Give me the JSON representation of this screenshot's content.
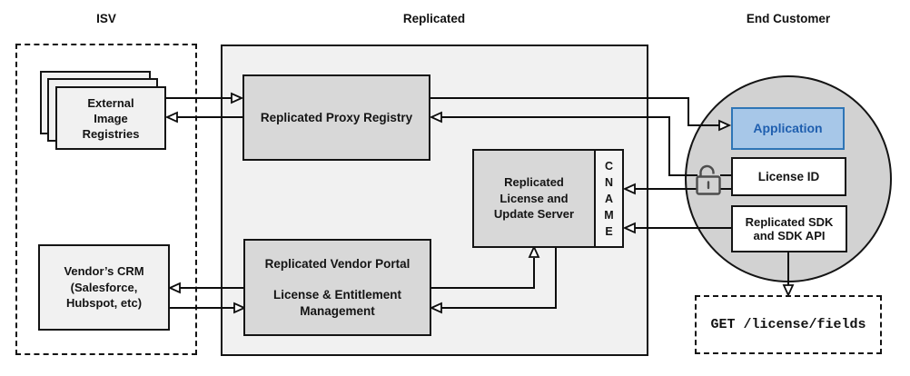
{
  "sections": {
    "isv": {
      "label": "ISV"
    },
    "replicated": {
      "label": "Replicated"
    },
    "end_customer": {
      "label": "End Customer"
    }
  },
  "nodes": {
    "external_registries": {
      "lines": [
        "External",
        "Image",
        "Registries"
      ]
    },
    "vendors_crm": {
      "lines": [
        "Vendor’s CRM",
        "(Salesforce,",
        "Hubspot, etc)"
      ]
    },
    "proxy_registry": {
      "label": "Replicated Proxy Registry"
    },
    "license_update_server": {
      "lines": [
        "Replicated",
        "License and",
        "Update Server"
      ],
      "cname_letters": [
        "C",
        "N",
        "A",
        "M",
        "E"
      ]
    },
    "vendor_portal": {
      "title": "Replicated Vendor Portal",
      "lines": [
        "License & Entitlement",
        "Management"
      ]
    },
    "application": {
      "label": "Application"
    },
    "license_id": {
      "label": "License ID"
    },
    "replicated_sdk": {
      "lines": [
        "Replicated SDK",
        "and SDK API"
      ]
    },
    "get_endpoint": {
      "label": "GET /license/fields"
    }
  },
  "icons": {
    "lock": "unlocked-padlock"
  },
  "connections": [
    {
      "from": "external_registries",
      "to": "proxy_registry"
    },
    {
      "from": "proxy_registry",
      "to": "external_registries"
    },
    {
      "from": "vendors_crm",
      "to": "vendor_portal"
    },
    {
      "from": "vendor_portal",
      "to": "vendors_crm"
    },
    {
      "from": "proxy_registry",
      "to": "application"
    },
    {
      "from": "license_id",
      "to": "proxy_registry"
    },
    {
      "from": "license_id",
      "to": "license_update_server_cname"
    },
    {
      "from": "replicated_sdk",
      "to": "license_update_server_cname"
    },
    {
      "from": "vendor_portal",
      "to": "license_update_server"
    },
    {
      "from": "license_update_server",
      "to": "vendor_portal"
    },
    {
      "from": "replicated_sdk",
      "to": "get_endpoint"
    }
  ],
  "colors": {
    "replicated_container_fill": "#f1f1f1",
    "gray_node_fill": "#d8d8d8",
    "light_node_fill": "#f1f1f1",
    "circle_fill": "#d2d2d2",
    "application_fill": "#a7c7e8",
    "application_border": "#2e75b6",
    "application_text": "#1f5faf",
    "line_color": "#0d0d0d",
    "lock_color": "#4d4d4d"
  }
}
